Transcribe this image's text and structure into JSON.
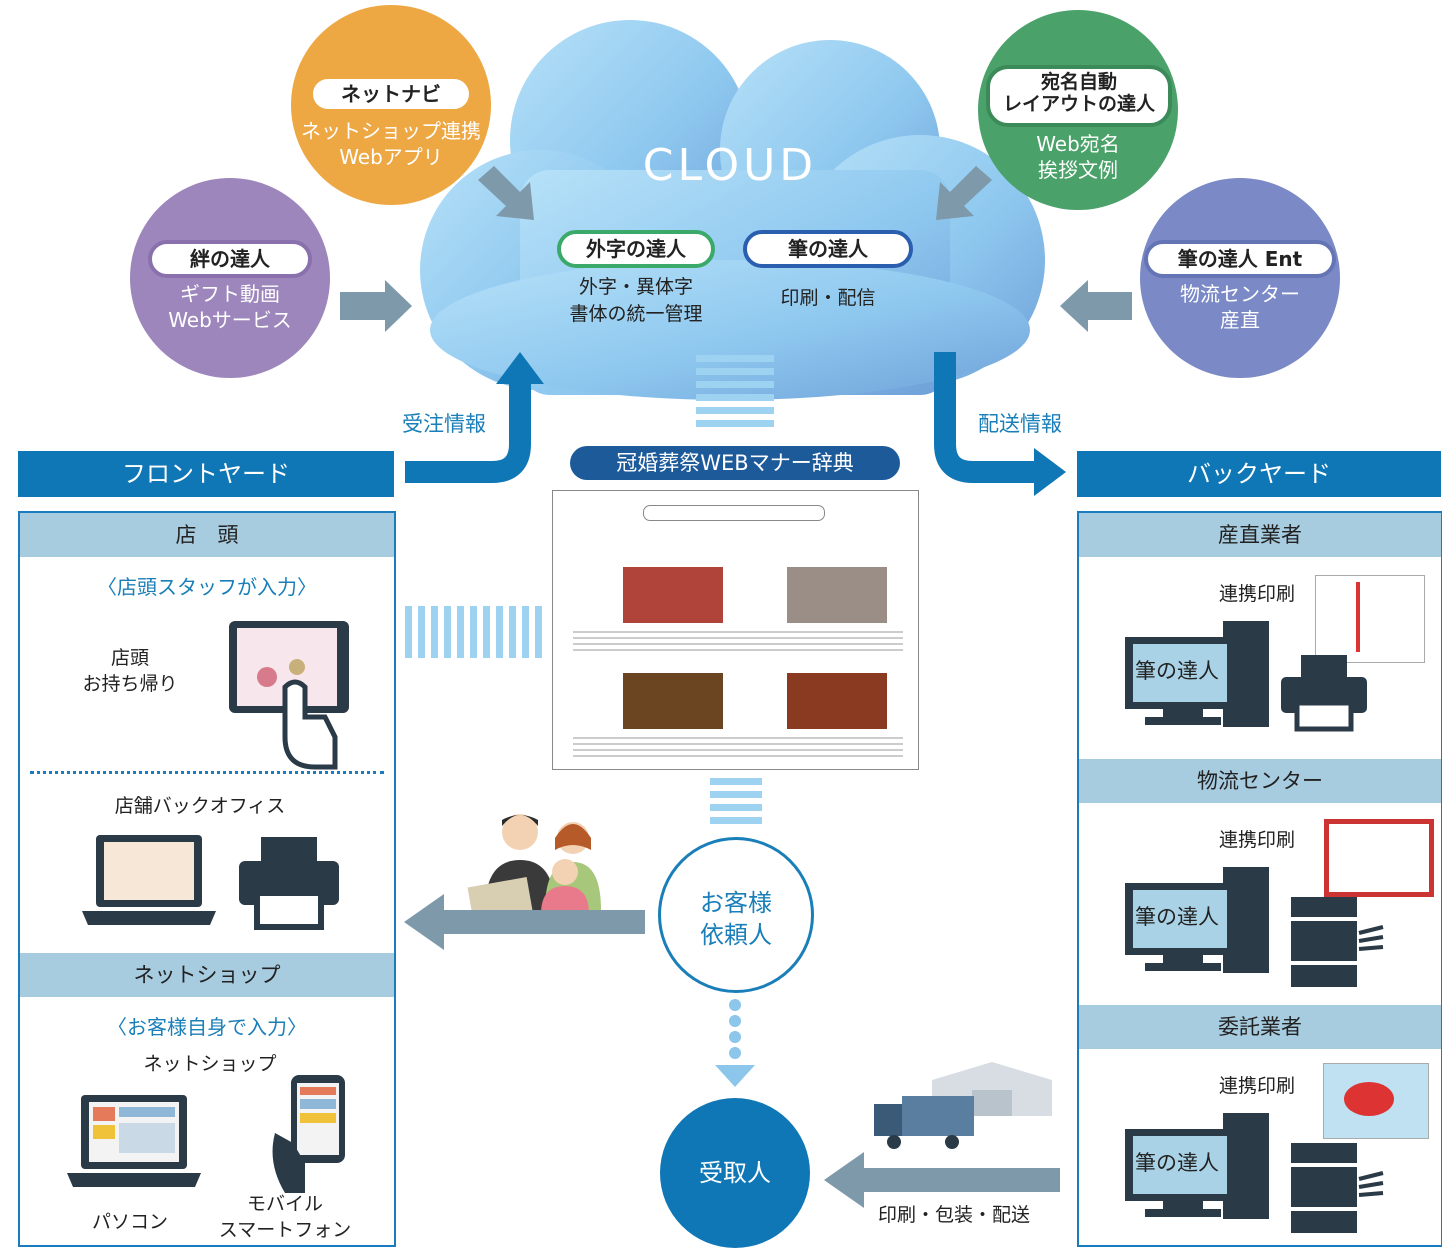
{
  "cloud": {
    "title": "CLOUD",
    "services": [
      {
        "name": "外字の達人",
        "desc_line1": "外字・異体字",
        "desc_line2": "書体の統一管理"
      },
      {
        "name": "筆の達人",
        "desc_line1": "印刷・配信"
      }
    ]
  },
  "satellites": {
    "netnavi": {
      "name": "ネットナビ",
      "line1": "ネットショップ連携",
      "line2": "Webアプリ",
      "color": "#eda844"
    },
    "kizuna": {
      "name": "絆の達人",
      "line1": "ギフト動画",
      "line2": "Webサービス",
      "color": "#9c86bb"
    },
    "atena": {
      "name_line1": "宛名自動",
      "name_line2": "レイアウトの達人",
      "line1": "Web宛名",
      "line2": "挨拶文例",
      "color": "#4aa169"
    },
    "fude_ent": {
      "name": "筆の達人 Ent",
      "line1": "物流センター",
      "line2": "産直",
      "color": "#7b8ac6"
    }
  },
  "flows": {
    "order_info": "受注情報",
    "delivery_info": "配送情報",
    "print_pack_ship": "印刷・包装・配送"
  },
  "front_yard": {
    "title": "フロントヤード",
    "store": {
      "header": "店　頭",
      "subtitle": "〈店頭スタッフが入力〉",
      "takeaway_line1": "店頭",
      "takeaway_line2": "お持ち帰り",
      "back_office": "店舗バックオフィス"
    },
    "netshop": {
      "header": "ネットショップ",
      "subtitle": "〈お客様自身で入力〉",
      "label": "ネットショップ",
      "pc": "パソコン",
      "mobile_line1": "モバイル",
      "mobile_line2": "スマートフォン"
    }
  },
  "center": {
    "manner_dict": "冠婚葬祭WEBマナー辞典",
    "customer_line1": "お客様",
    "customer_line2": "依頼人",
    "recipient": "受取人"
  },
  "back_yard": {
    "title": "バックヤード",
    "sections": [
      {
        "header": "産直業者",
        "label": "連携印刷"
      },
      {
        "header": "物流センター",
        "label": "連携印刷"
      },
      {
        "header": "委託業者",
        "label": "連携印刷"
      }
    ],
    "monitor_text": "筆の達人"
  },
  "colors": {
    "brand_blue": "#0f77b5",
    "light_blue": "#a7cce0",
    "cloud_blue": "#8fcaf0",
    "arrow_gray": "#7d99aa"
  }
}
